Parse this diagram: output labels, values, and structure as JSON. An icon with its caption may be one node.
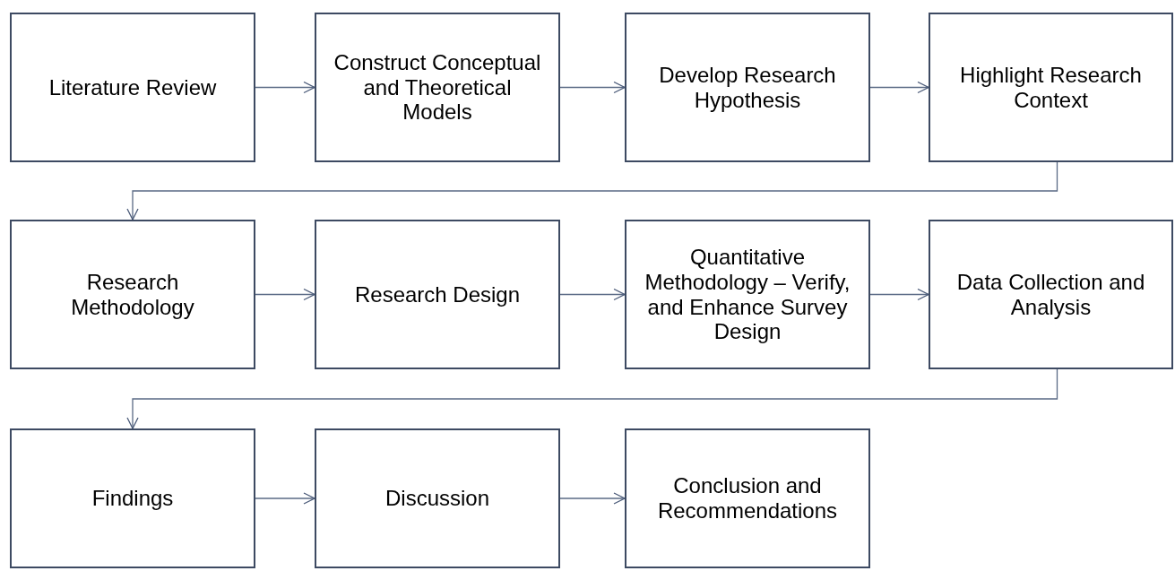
{
  "diagram": {
    "nodes": [
      {
        "text": [
          "Literature Review"
        ]
      },
      {
        "text": [
          "Construct Conceptual and Theoretical Models"
        ]
      },
      {
        "text": [
          "Develop Research Hypothesis"
        ]
      },
      {
        "text": [
          "Highlight Research Context"
        ]
      },
      {
        "text": [
          "Research Methodology"
        ]
      },
      {
        "text": [
          "Research Design"
        ]
      },
      {
        "text": [
          "Quantitative Methodology – Verify, and Enhance Survey Design"
        ]
      },
      {
        "text": [
          "Data Collection and Analysis"
        ]
      },
      {
        "text": [
          "Findings"
        ]
      },
      {
        "text": [
          "Discussion"
        ]
      },
      {
        "text": [
          "Conclusion and Recommendations"
        ]
      }
    ],
    "edges": [
      {
        "from": 0,
        "to": 1,
        "arrow": "to"
      },
      {
        "from": 1,
        "to": 2,
        "arrow": "to"
      },
      {
        "from": 2,
        "to": 3,
        "arrow": "to"
      },
      {
        "from": 3,
        "to": 4,
        "arrow": "to"
      },
      {
        "from": 4,
        "to": 5,
        "arrow": "to"
      },
      {
        "from": 5,
        "to": 6,
        "arrow": "to"
      },
      {
        "from": 6,
        "to": 7,
        "arrow": "to"
      },
      {
        "from": 7,
        "to": 8,
        "arrow": "to"
      },
      {
        "from": 8,
        "to": 9,
        "arrow": "to"
      },
      {
        "from": 9,
        "to": 10,
        "arrow": "to"
      }
    ]
  }
}
